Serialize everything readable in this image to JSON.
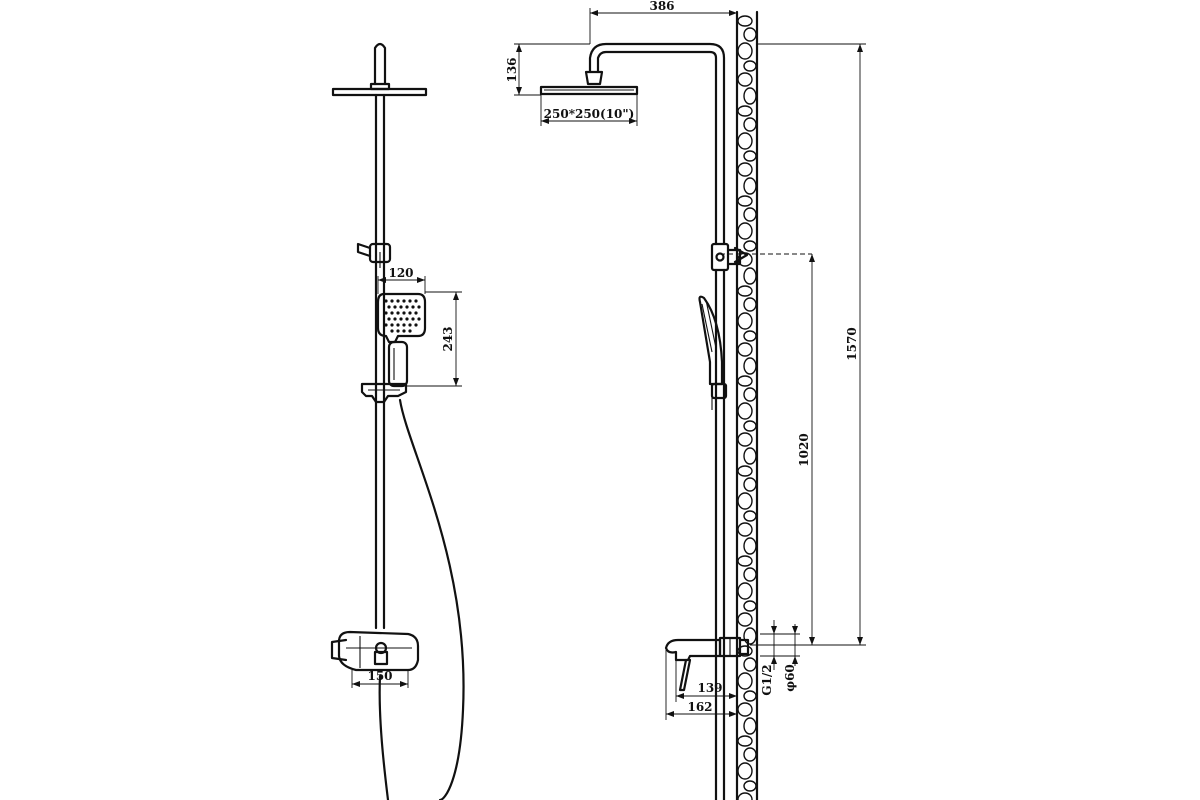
{
  "front_view": {
    "dimensions": {
      "hand_shower_width": "120",
      "hand_shower_height": "243",
      "mixer_width": "150"
    }
  },
  "side_view": {
    "dimensions": {
      "arm_reach": "386",
      "head_drop": "136",
      "head_size": "250*250(10\")",
      "total_height": "1570",
      "slider_to_mixer": "1020",
      "spout_projection": "139",
      "mixer_projection": "162",
      "inlet_thread": "G1/2",
      "escutcheon_diameter": "φ60"
    }
  }
}
